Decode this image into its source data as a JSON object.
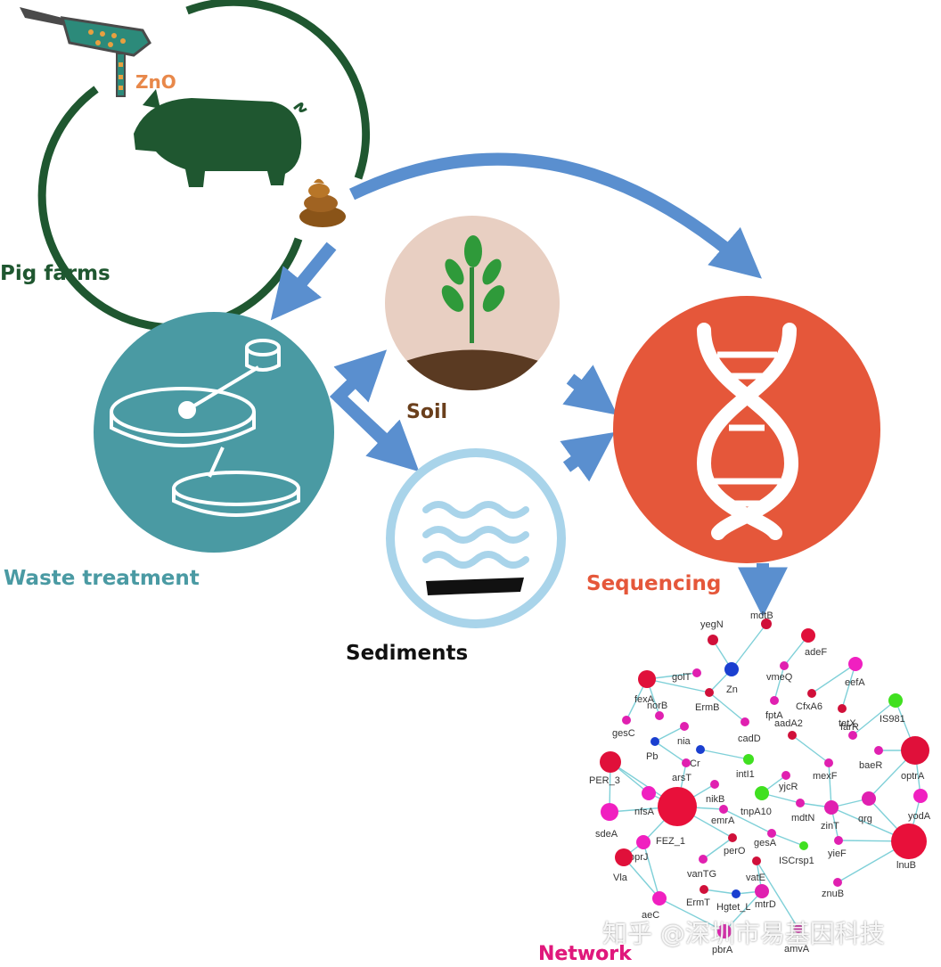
{
  "labels": {
    "zno": "ZnO",
    "pig_farms": "Pig farms",
    "waste_treatment": "Waste treatment",
    "soil": "Soil",
    "sediments": "Sediments",
    "sequencing": "Sequencing",
    "network": "Network",
    "watermark": "知乎 @深圳市易基因科技"
  },
  "colors": {
    "pig_green": "#1f5730",
    "waste_teal": "#4a9aa3",
    "soil_brown": "#6a3f1c",
    "seq_red": "#e5573a",
    "arrow_blue": "#5a8fcf",
    "sediment_ring": "#a9d4ea",
    "network_pink": "#e0187d"
  },
  "network": {
    "nodes": [
      {
        "id": "yegN",
        "color": "#d0103a"
      },
      {
        "id": "mdtB",
        "color": "#d0103a"
      },
      {
        "id": "adeF",
        "color": "#e0103a"
      },
      {
        "id": "Zn",
        "color": "#1a3fd0"
      },
      {
        "id": "vmeQ",
        "color": "#e020b0"
      },
      {
        "id": "eefA",
        "color": "#f020c0"
      },
      {
        "id": "golT",
        "color": "#e020b0"
      },
      {
        "id": "fexA",
        "color": "#e0103a"
      },
      {
        "id": "ErmB",
        "color": "#d0103a"
      },
      {
        "id": "CfxA6",
        "color": "#d0103a"
      },
      {
        "id": "fptA",
        "color": "#e020b0"
      },
      {
        "id": "tetX",
        "color": "#d0103a"
      },
      {
        "id": "IS981",
        "color": "#40e020"
      },
      {
        "id": "norB",
        "color": "#e020b0"
      },
      {
        "id": "gesC",
        "color": "#e020b0"
      },
      {
        "id": "nia",
        "color": "#e020b0"
      },
      {
        "id": "cadD",
        "color": "#e020b0"
      },
      {
        "id": "aadA2",
        "color": "#d0103a"
      },
      {
        "id": "farR",
        "color": "#e020b0"
      },
      {
        "id": "Pb",
        "color": "#1a3fd0"
      },
      {
        "id": "Cr",
        "color": "#1a3fd0"
      },
      {
        "id": "intI1",
        "color": "#40e020"
      },
      {
        "id": "baeR",
        "color": "#e020b0"
      },
      {
        "id": "optrA",
        "color": "#e0103a"
      },
      {
        "id": "PER_3",
        "color": "#e0103a"
      },
      {
        "id": "arsT",
        "color": "#e020b0"
      },
      {
        "id": "mexF",
        "color": "#e020b0"
      },
      {
        "id": "yjcR",
        "color": "#e020b0"
      },
      {
        "id": "nikB",
        "color": "#e020b0"
      },
      {
        "id": "tnpA10",
        "color": "#40e020"
      },
      {
        "id": "mdtN",
        "color": "#e020b0"
      },
      {
        "id": "nfsA",
        "color": "#f020c0"
      },
      {
        "id": "FEZ_1",
        "color": "#e8103a"
      },
      {
        "id": "emrA",
        "color": "#e020b0"
      },
      {
        "id": "zinT",
        "color": "#e020b0"
      },
      {
        "id": "qrg",
        "color": "#e020b0"
      },
      {
        "id": "yodA",
        "color": "#f020c0"
      },
      {
        "id": "sdeA",
        "color": "#f020c0"
      },
      {
        "id": "oprJ",
        "color": "#f020c0"
      },
      {
        "id": "perO",
        "color": "#d0103a"
      },
      {
        "id": "gesA",
        "color": "#e020b0"
      },
      {
        "id": "ISCrsp1",
        "color": "#40e020"
      },
      {
        "id": "yieF",
        "color": "#e020b0"
      },
      {
        "id": "lnuB",
        "color": "#e8103a"
      },
      {
        "id": "Vla",
        "color": "#e0103a"
      },
      {
        "id": "vanTG",
        "color": "#e020b0"
      },
      {
        "id": "vatE",
        "color": "#d0103a"
      },
      {
        "id": "znuB",
        "color": "#e020b0"
      },
      {
        "id": "ErmT",
        "color": "#d0103a"
      },
      {
        "id": "Hgtet_L",
        "color": "#1a3fd0"
      },
      {
        "id": "mtrD",
        "color": "#e020b0"
      },
      {
        "id": "aeC",
        "color": "#f020c0"
      },
      {
        "id": "pbrA",
        "color": "#e020b0"
      },
      {
        "id": "amvA",
        "color": "#e020b0"
      }
    ]
  }
}
